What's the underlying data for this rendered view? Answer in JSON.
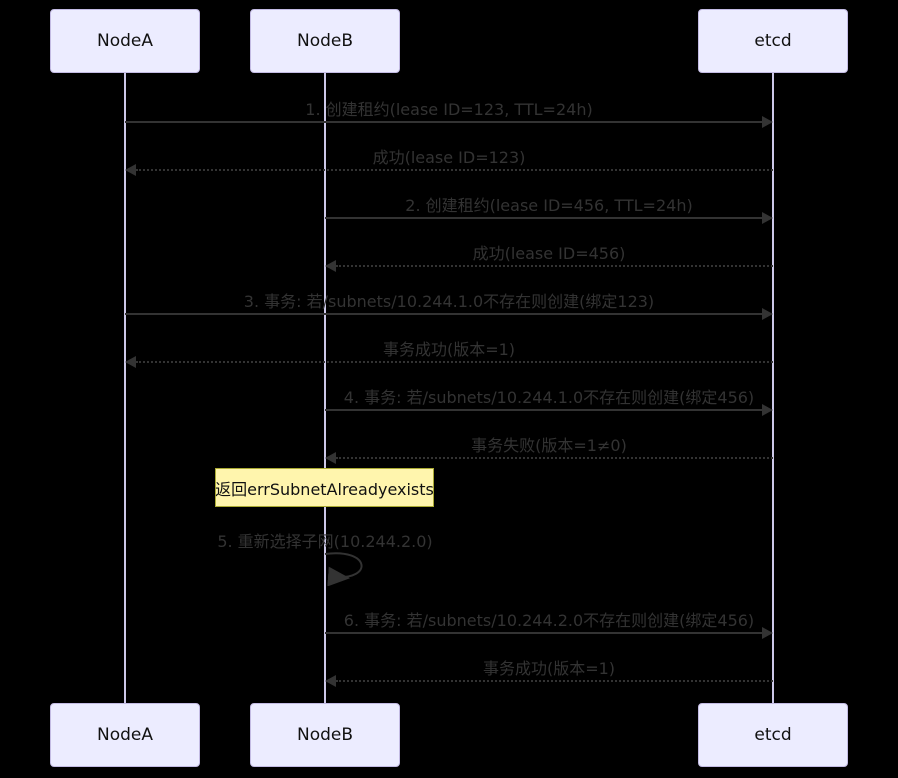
{
  "diagram_type": "sequence",
  "actors": [
    {
      "name": "NodeA"
    },
    {
      "name": "NodeB"
    },
    {
      "name": "etcd"
    }
  ],
  "messages": [
    {
      "from": "NodeA",
      "to": "etcd",
      "line": "solid",
      "text": "1. 创建租约(lease ID=123, TTL=24h)"
    },
    {
      "from": "etcd",
      "to": "NodeA",
      "line": "dashed",
      "text": "成功(lease ID=123)"
    },
    {
      "from": "NodeB",
      "to": "etcd",
      "line": "solid",
      "text": "2. 创建租约(lease ID=456, TTL=24h)"
    },
    {
      "from": "etcd",
      "to": "NodeB",
      "line": "dashed",
      "text": "成功(lease ID=456)"
    },
    {
      "from": "NodeA",
      "to": "etcd",
      "line": "solid",
      "text": "3. 事务: 若/subnets/10.244.1.0不存在则创建(绑定123)"
    },
    {
      "from": "etcd",
      "to": "NodeA",
      "line": "dashed",
      "text": "事务成功(版本=1)"
    },
    {
      "from": "NodeB",
      "to": "etcd",
      "line": "solid",
      "text": "4. 事务: 若/subnets/10.244.1.0不存在则创建(绑定456)"
    },
    {
      "from": "etcd",
      "to": "NodeB",
      "line": "dashed",
      "text": "事务失败(版本=1≠0)"
    },
    {
      "from": "NodeB",
      "to": "NodeB",
      "line": "self",
      "text": "5. 重新选择子网(10.244.2.0)"
    },
    {
      "from": "NodeB",
      "to": "etcd",
      "line": "solid",
      "text": "6. 事务: 若/subnets/10.244.2.0不存在则创建(绑定456)"
    },
    {
      "from": "etcd",
      "to": "NodeB",
      "line": "dashed",
      "text": "事务成功(版本=1)"
    }
  ],
  "note": {
    "over": "NodeB",
    "text": "返回errSubnetAlreadyexists"
  },
  "colors": {
    "background": "#000000",
    "actor_fill": "#ECECFF",
    "actor_border": "#c3bbe3",
    "lifeline": "#ccc8e8",
    "line": "#333333",
    "note_fill": "#fff5ad",
    "note_border": "#aaaa33"
  }
}
